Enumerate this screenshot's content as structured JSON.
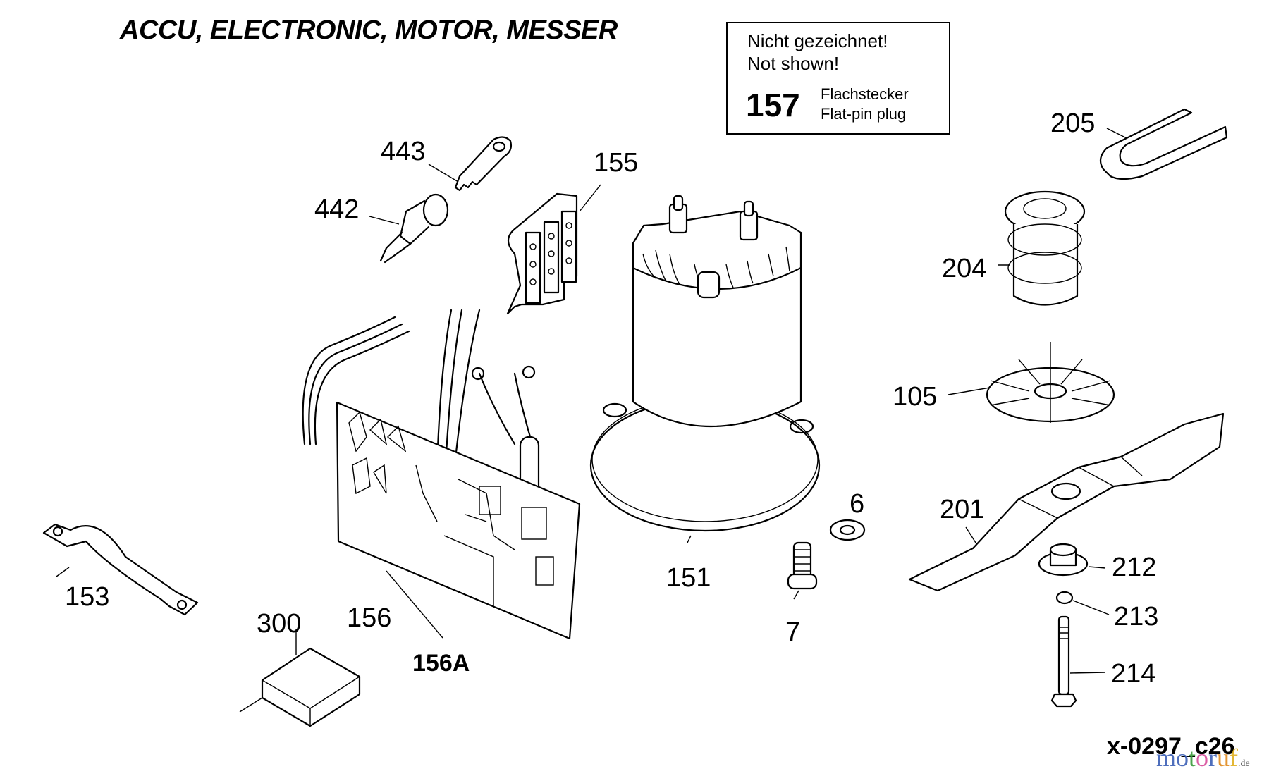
{
  "title": "ACCU, ELECTRONIC, MOTOR, MESSER",
  "note": {
    "line1": "Nicht gezeichnet!",
    "line2": "Not shown!",
    "part_number": "157",
    "desc_de": "Flachstecker",
    "desc_en": "Flat-pin plug"
  },
  "callouts": [
    {
      "id": "443",
      "part": "key"
    },
    {
      "id": "442",
      "part": "key-switch"
    },
    {
      "id": "155",
      "part": "terminal-block"
    },
    {
      "id": "205",
      "part": "belt"
    },
    {
      "id": "204",
      "part": "pulley"
    },
    {
      "id": "105",
      "part": "fan-impeller"
    },
    {
      "id": "6",
      "part": "washer"
    },
    {
      "id": "151",
      "part": "motor"
    },
    {
      "id": "7",
      "part": "screw"
    },
    {
      "id": "201",
      "part": "blade"
    },
    {
      "id": "212",
      "part": "blade-hub"
    },
    {
      "id": "213",
      "part": "spring-washer"
    },
    {
      "id": "214",
      "part": "bolt"
    },
    {
      "id": "153",
      "part": "battery-strap"
    },
    {
      "id": "156",
      "part": "circuit-board"
    },
    {
      "id": "156A",
      "part": "circuit-board-assembly"
    },
    {
      "id": "300",
      "part": "charger"
    }
  ],
  "footer": {
    "code": "x-0297_c26",
    "brand_letters": [
      {
        "ch": "m",
        "color": "#3b5fb5"
      },
      {
        "ch": "o",
        "color": "#3b5fb5"
      },
      {
        "ch": "t",
        "color": "#3a9a3a"
      },
      {
        "ch": "o",
        "color": "#d64a9a"
      },
      {
        "ch": "r",
        "color": "#3b5fb5"
      },
      {
        "ch": "u",
        "color": "#e08a1e"
      },
      {
        "ch": "f",
        "color": "#e0b020"
      }
    ],
    "brand_tld": ".de"
  }
}
